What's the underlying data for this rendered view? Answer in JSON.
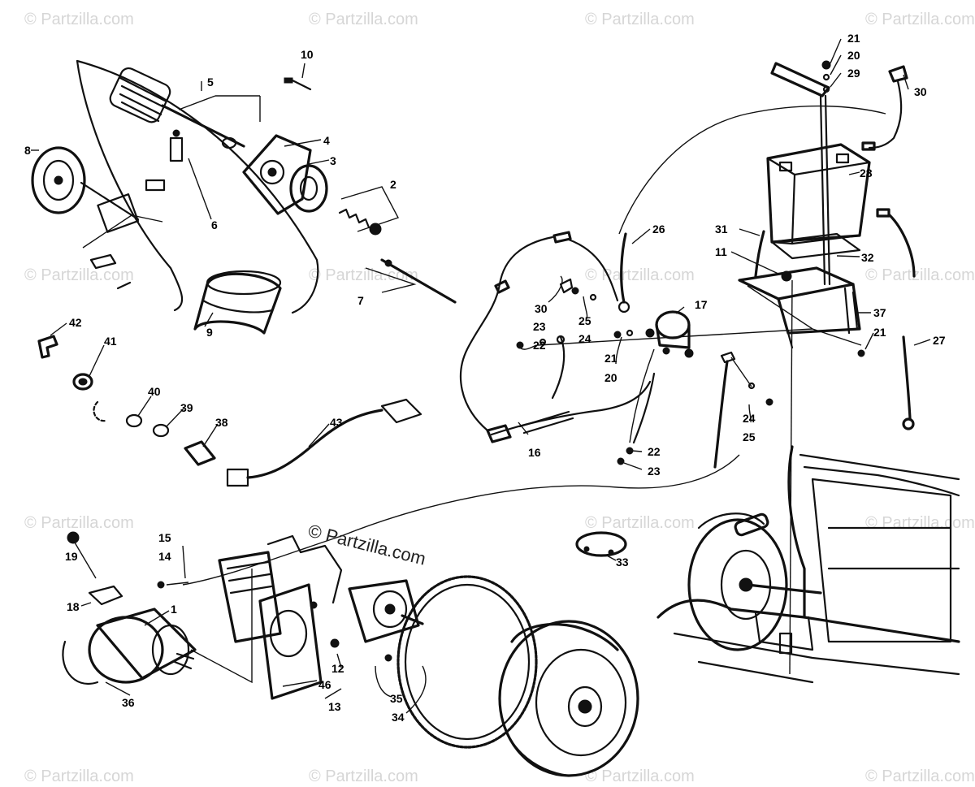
{
  "watermark": {
    "main": "© Partzilla.com",
    "faint": "© Partzilla.com"
  },
  "callouts": [
    {
      "id": "c10",
      "label": "10"
    },
    {
      "id": "c5",
      "label": "5"
    },
    {
      "id": "c8",
      "label": "8"
    },
    {
      "id": "c4",
      "label": "4"
    },
    {
      "id": "c3",
      "label": "3"
    },
    {
      "id": "c2",
      "label": "2"
    },
    {
      "id": "c6",
      "label": "6"
    },
    {
      "id": "c7",
      "label": "7"
    },
    {
      "id": "c9",
      "label": "9"
    },
    {
      "id": "c42",
      "label": "42"
    },
    {
      "id": "c41",
      "label": "41"
    },
    {
      "id": "c40",
      "label": "40"
    },
    {
      "id": "c39",
      "label": "39"
    },
    {
      "id": "c38",
      "label": "38"
    },
    {
      "id": "c43",
      "label": "43"
    },
    {
      "id": "c19",
      "label": "19"
    },
    {
      "id": "c15",
      "label": "15"
    },
    {
      "id": "c14",
      "label": "14"
    },
    {
      "id": "c18",
      "label": "18"
    },
    {
      "id": "c1",
      "label": "1"
    },
    {
      "id": "c36",
      "label": "36"
    },
    {
      "id": "c12",
      "label": "12"
    },
    {
      "id": "c46",
      "label": "46"
    },
    {
      "id": "c13",
      "label": "13"
    },
    {
      "id": "c35",
      "label": "35"
    },
    {
      "id": "c34",
      "label": "34"
    },
    {
      "id": "c26",
      "label": "26"
    },
    {
      "id": "c30a",
      "label": "30"
    },
    {
      "id": "c25a",
      "label": "25"
    },
    {
      "id": "c24a",
      "label": "24"
    },
    {
      "id": "c23a",
      "label": "23"
    },
    {
      "id": "c22a",
      "label": "22"
    },
    {
      "id": "c17",
      "label": "17"
    },
    {
      "id": "c21a",
      "label": "21"
    },
    {
      "id": "c20a",
      "label": "20"
    },
    {
      "id": "c16",
      "label": "16"
    },
    {
      "id": "c22b",
      "label": "22"
    },
    {
      "id": "c23b",
      "label": "23"
    },
    {
      "id": "c24b",
      "label": "24"
    },
    {
      "id": "c25b",
      "label": "25"
    },
    {
      "id": "c33",
      "label": "33"
    },
    {
      "id": "c21b",
      "label": "21"
    },
    {
      "id": "c20b",
      "label": "20"
    },
    {
      "id": "c29",
      "label": "29"
    },
    {
      "id": "c30b",
      "label": "30"
    },
    {
      "id": "c28",
      "label": "28"
    },
    {
      "id": "c31",
      "label": "31"
    },
    {
      "id": "c11",
      "label": "11"
    },
    {
      "id": "c32",
      "label": "32"
    },
    {
      "id": "c37",
      "label": "37"
    },
    {
      "id": "c21c",
      "label": "21"
    },
    {
      "id": "c27",
      "label": "27"
    }
  ]
}
